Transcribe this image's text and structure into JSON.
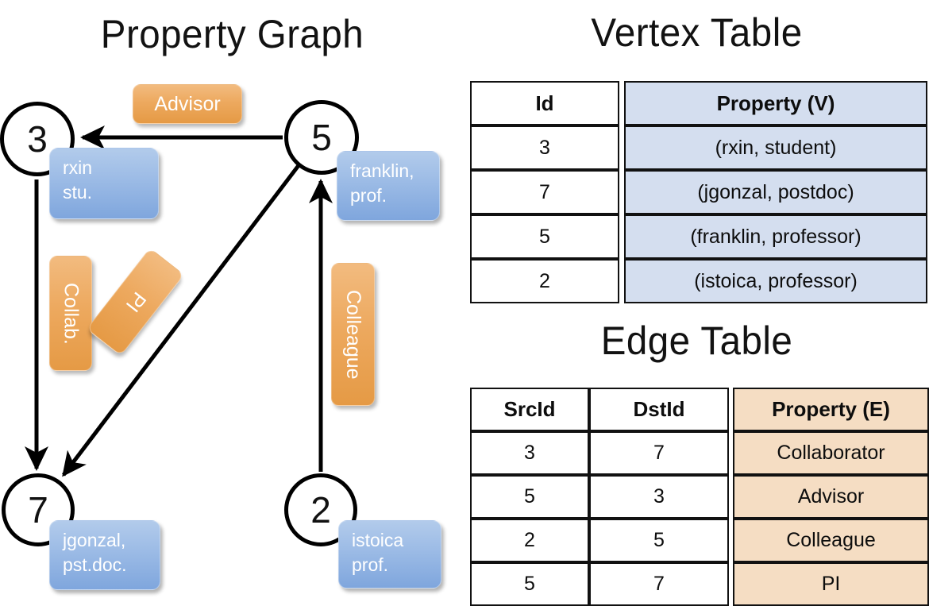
{
  "titles": {
    "property_graph": "Property Graph",
    "vertex_table": "Vertex Table",
    "edge_table": "Edge Table"
  },
  "graph": {
    "nodes": [
      {
        "id": "3",
        "property": "rxin\nstu."
      },
      {
        "id": "5",
        "property": "franklin,\nprof."
      },
      {
        "id": "7",
        "property": "jgonzal,\npst.doc."
      },
      {
        "id": "2",
        "property": "istoica\nprof."
      }
    ],
    "edge_labels": [
      {
        "name": "advisor",
        "text": "Advisor"
      },
      {
        "name": "collab",
        "text": "Collab."
      },
      {
        "name": "pi",
        "text": "PI"
      },
      {
        "name": "colleague",
        "text": "Colleague"
      }
    ],
    "colors": {
      "node_stroke": "#000000",
      "property_box_top": "#b2cbeb",
      "property_box_bottom": "#7fa6dd",
      "edge_label_top": "#f2bb7f",
      "edge_label_bottom": "#e59a45",
      "arrow": "#000000"
    }
  },
  "vertex_table": {
    "headers": [
      "Id",
      "Property (V)"
    ],
    "rows": [
      {
        "id": "3",
        "property": "(rxin, student)"
      },
      {
        "id": "7",
        "property": "(jgonzal, postdoc)"
      },
      {
        "id": "5",
        "property": "(franklin, professor)"
      },
      {
        "id": "2",
        "property": "(istoica, professor)"
      }
    ],
    "fill_color": "#d4deef"
  },
  "edge_table": {
    "headers": [
      "SrcId",
      "DstId",
      "Property (E)"
    ],
    "rows": [
      {
        "src": "3",
        "dst": "7",
        "property": "Collaborator"
      },
      {
        "src": "5",
        "dst": "3",
        "property": "Advisor"
      },
      {
        "src": "2",
        "dst": "5",
        "property": "Colleague"
      },
      {
        "src": "5",
        "dst": "7",
        "property": "PI"
      }
    ],
    "fill_color": "#f5ddc3"
  }
}
